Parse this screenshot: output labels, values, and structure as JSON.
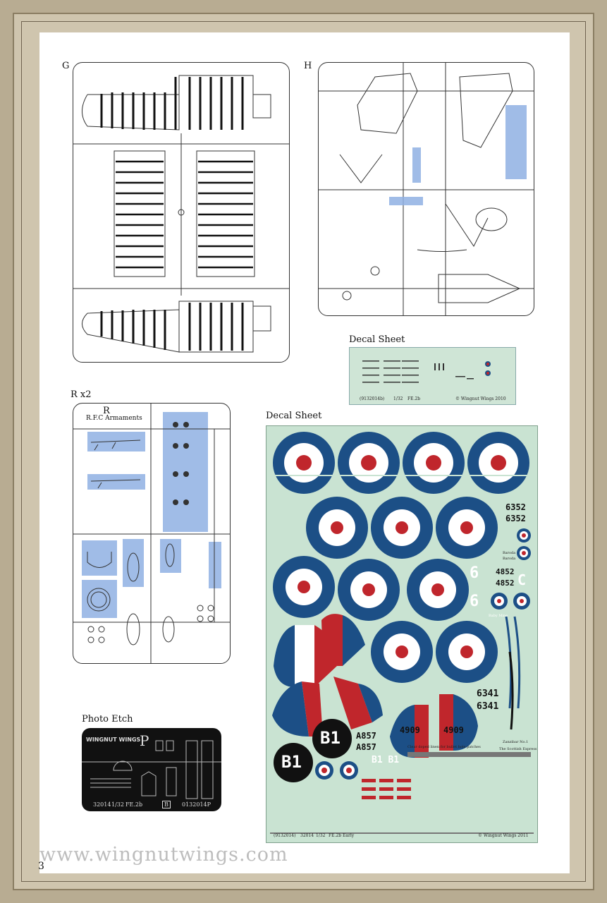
{
  "labels": {
    "sprue_g": "G",
    "sprue_h": "H",
    "sprue_r": "R x2",
    "decal_sheet_small": "Decal Sheet",
    "decal_sheet_large": "Decal Sheet",
    "photo_etch": "Photo Etch"
  },
  "sprue_r_text": {
    "letter": "R",
    "title": "R.F.C Armaments"
  },
  "small_decal_sheet": {
    "code": "(9132014b)",
    "scale": "1/32",
    "model": "FE.2b",
    "copyright": "© Wingnut Wings 2010"
  },
  "large_decal_sheet": {
    "code": "(9132014)",
    "kit": "32014",
    "scale": "1/32",
    "model": "FE.2b Early",
    "copyright": "© Wingnut Wings 2011",
    "serials": [
      "6352",
      "6352",
      "4852",
      "4852",
      "6341",
      "6341",
      "A857",
      "A857",
      "4909",
      "4909"
    ],
    "codes": [
      "B1",
      "B1",
      "B1 B1",
      "6",
      "6",
      "C"
    ],
    "names": [
      "Baroda",
      "Baroda",
      "Baby Mine",
      "Zanzibar No.1",
      "The Scottish Express"
    ],
    "note": "Clear doped linen for bullet hole patches"
  },
  "photo_etch": {
    "brand": "WINGNUT WINGS",
    "letter": "P",
    "kit": "32014",
    "scale": "1/32",
    "model": "FE.2b",
    "marker": "B",
    "code": "0132014P"
  },
  "footer": {
    "url": "www.wingnutwings.com",
    "page": "3"
  },
  "colors": {
    "roundel_blue": "#1c4f86",
    "roundel_red": "#c0262c",
    "decal_bg": "#c9e3d2",
    "highlight": "#8fb0e3"
  }
}
